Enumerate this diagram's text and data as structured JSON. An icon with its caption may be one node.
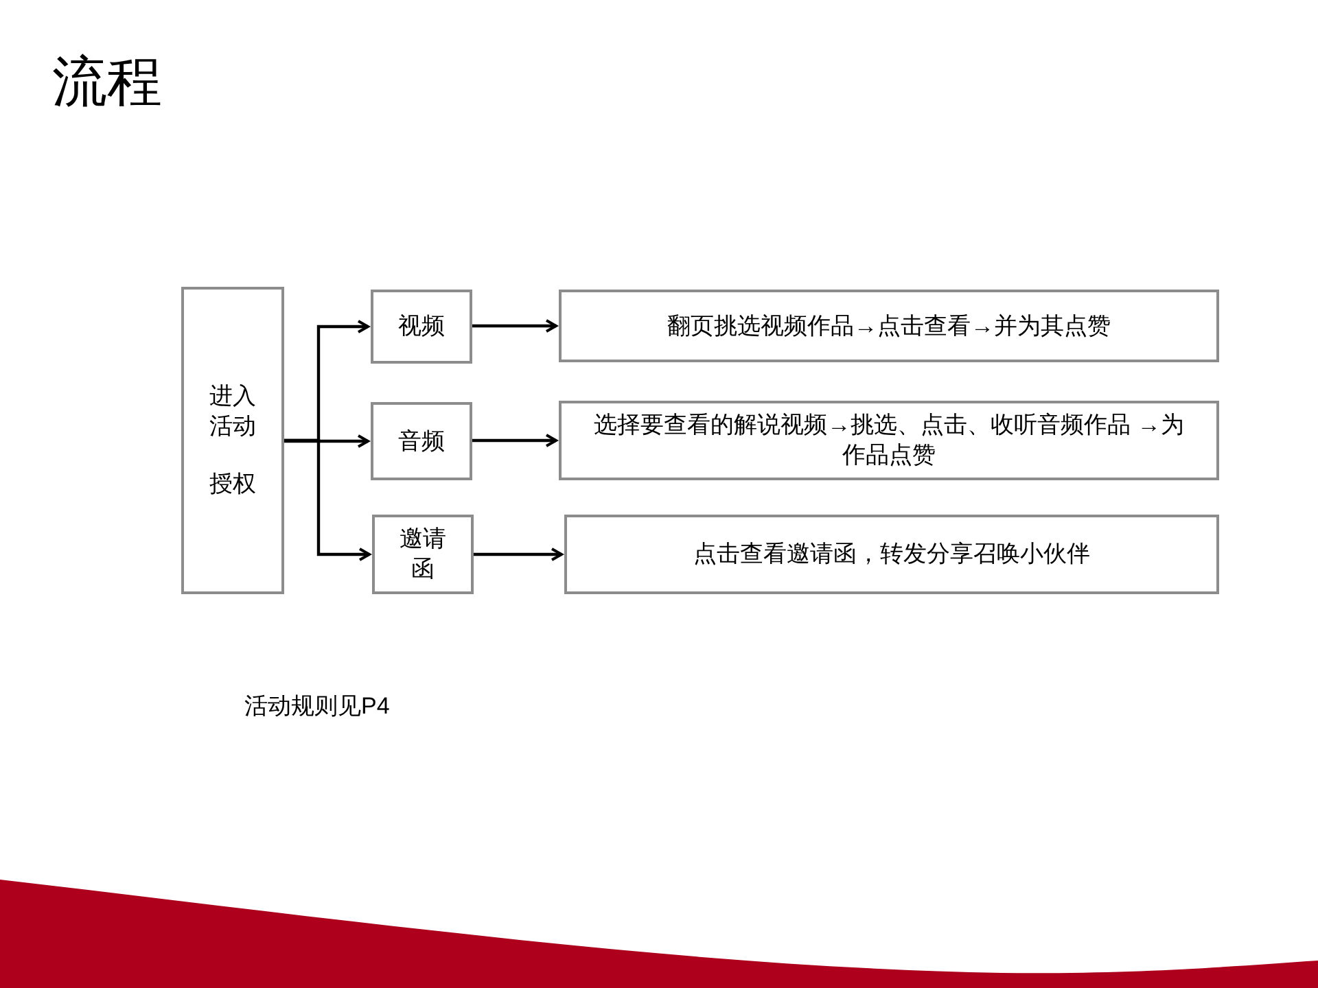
{
  "diagram": {
    "title": "流程",
    "nodes": [
      {
        "text": [
          "进入活动",
          "授权"
        ]
      },
      {
        "text": [
          "视频"
        ]
      },
      {
        "text": [
          "音频"
        ]
      },
      {
        "text": [
          "邀请函"
        ]
      },
      {
        "text": [
          "翻页挑选视频作品→点击查看→并为其点赞"
        ]
      },
      {
        "text": [
          "选择要查看的解说视频→挑选、点击、收听音频作品 →为作品点赞"
        ]
      },
      {
        "text": [
          "点击查看邀请函，转发分享召唤小伙伴"
        ]
      }
    ],
    "edges": [
      {
        "from": 0,
        "to": 1,
        "arrow": "to"
      },
      {
        "from": 0,
        "to": 2,
        "arrow": "to"
      },
      {
        "from": 0,
        "to": 3,
        "arrow": "to"
      },
      {
        "from": 1,
        "to": 4,
        "arrow": "to"
      },
      {
        "from": 2,
        "to": 5,
        "arrow": "to"
      },
      {
        "from": 3,
        "to": 6,
        "arrow": "to"
      }
    ],
    "labels": [
      "活动规则见P4"
    ]
  }
}
